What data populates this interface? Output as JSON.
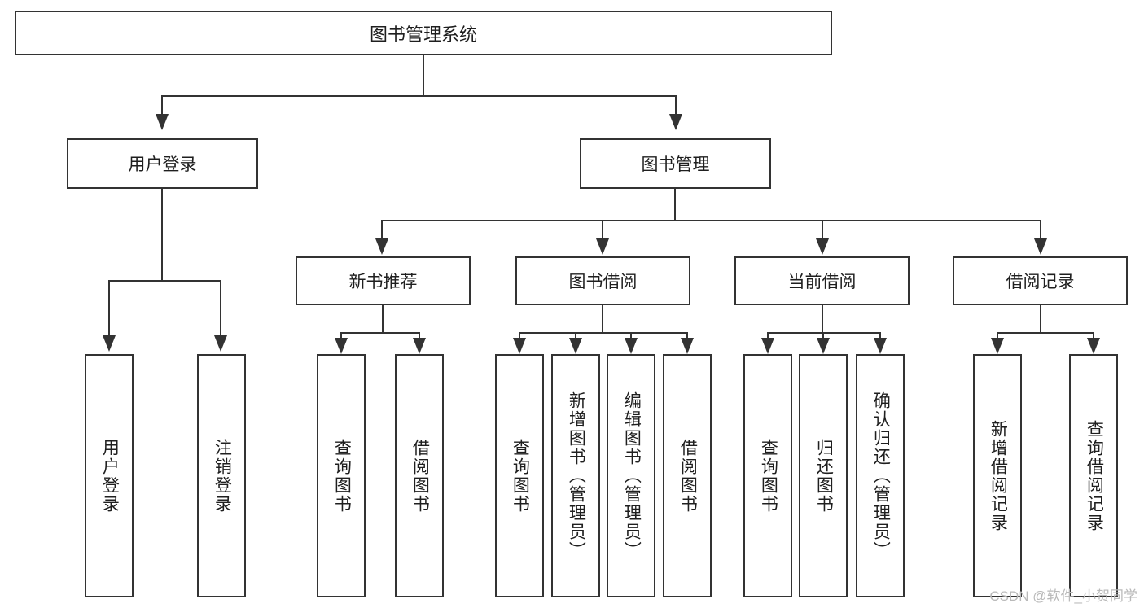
{
  "diagram": {
    "type": "tree",
    "title": "图书管理系统",
    "root": {
      "label": "图书管理系统"
    },
    "level2": [
      {
        "label": "用户登录"
      },
      {
        "label": "图书管理"
      }
    ],
    "level3": [
      {
        "label": "新书推荐"
      },
      {
        "label": "图书借阅"
      },
      {
        "label": "当前借阅"
      },
      {
        "label": "借阅记录"
      }
    ],
    "leaves": {
      "user_login": [
        {
          "label": "用户登录"
        },
        {
          "label": "注销登录"
        }
      ],
      "new_book_recommend": [
        {
          "label": "查询图书"
        },
        {
          "label": "借阅图书"
        }
      ],
      "book_borrow": [
        {
          "label": "查询图书"
        },
        {
          "label": "新增图书（管理员）"
        },
        {
          "label": "编辑图书（管理员）"
        },
        {
          "label": "借阅图书"
        }
      ],
      "current_borrow": [
        {
          "label": "查询图书"
        },
        {
          "label": "归还图书"
        },
        {
          "label": "确认归还（管理员）"
        }
      ],
      "borrow_record": [
        {
          "label": "新增借阅记录"
        },
        {
          "label": "查询借阅记录"
        }
      ]
    }
  },
  "watermark": {
    "text": "CSDN @软件_小贺同学"
  },
  "colors": {
    "stroke": "#333333",
    "box_fill": "#ffffff",
    "text": "#1f1f1f",
    "watermark": "#b9b9b9"
  }
}
